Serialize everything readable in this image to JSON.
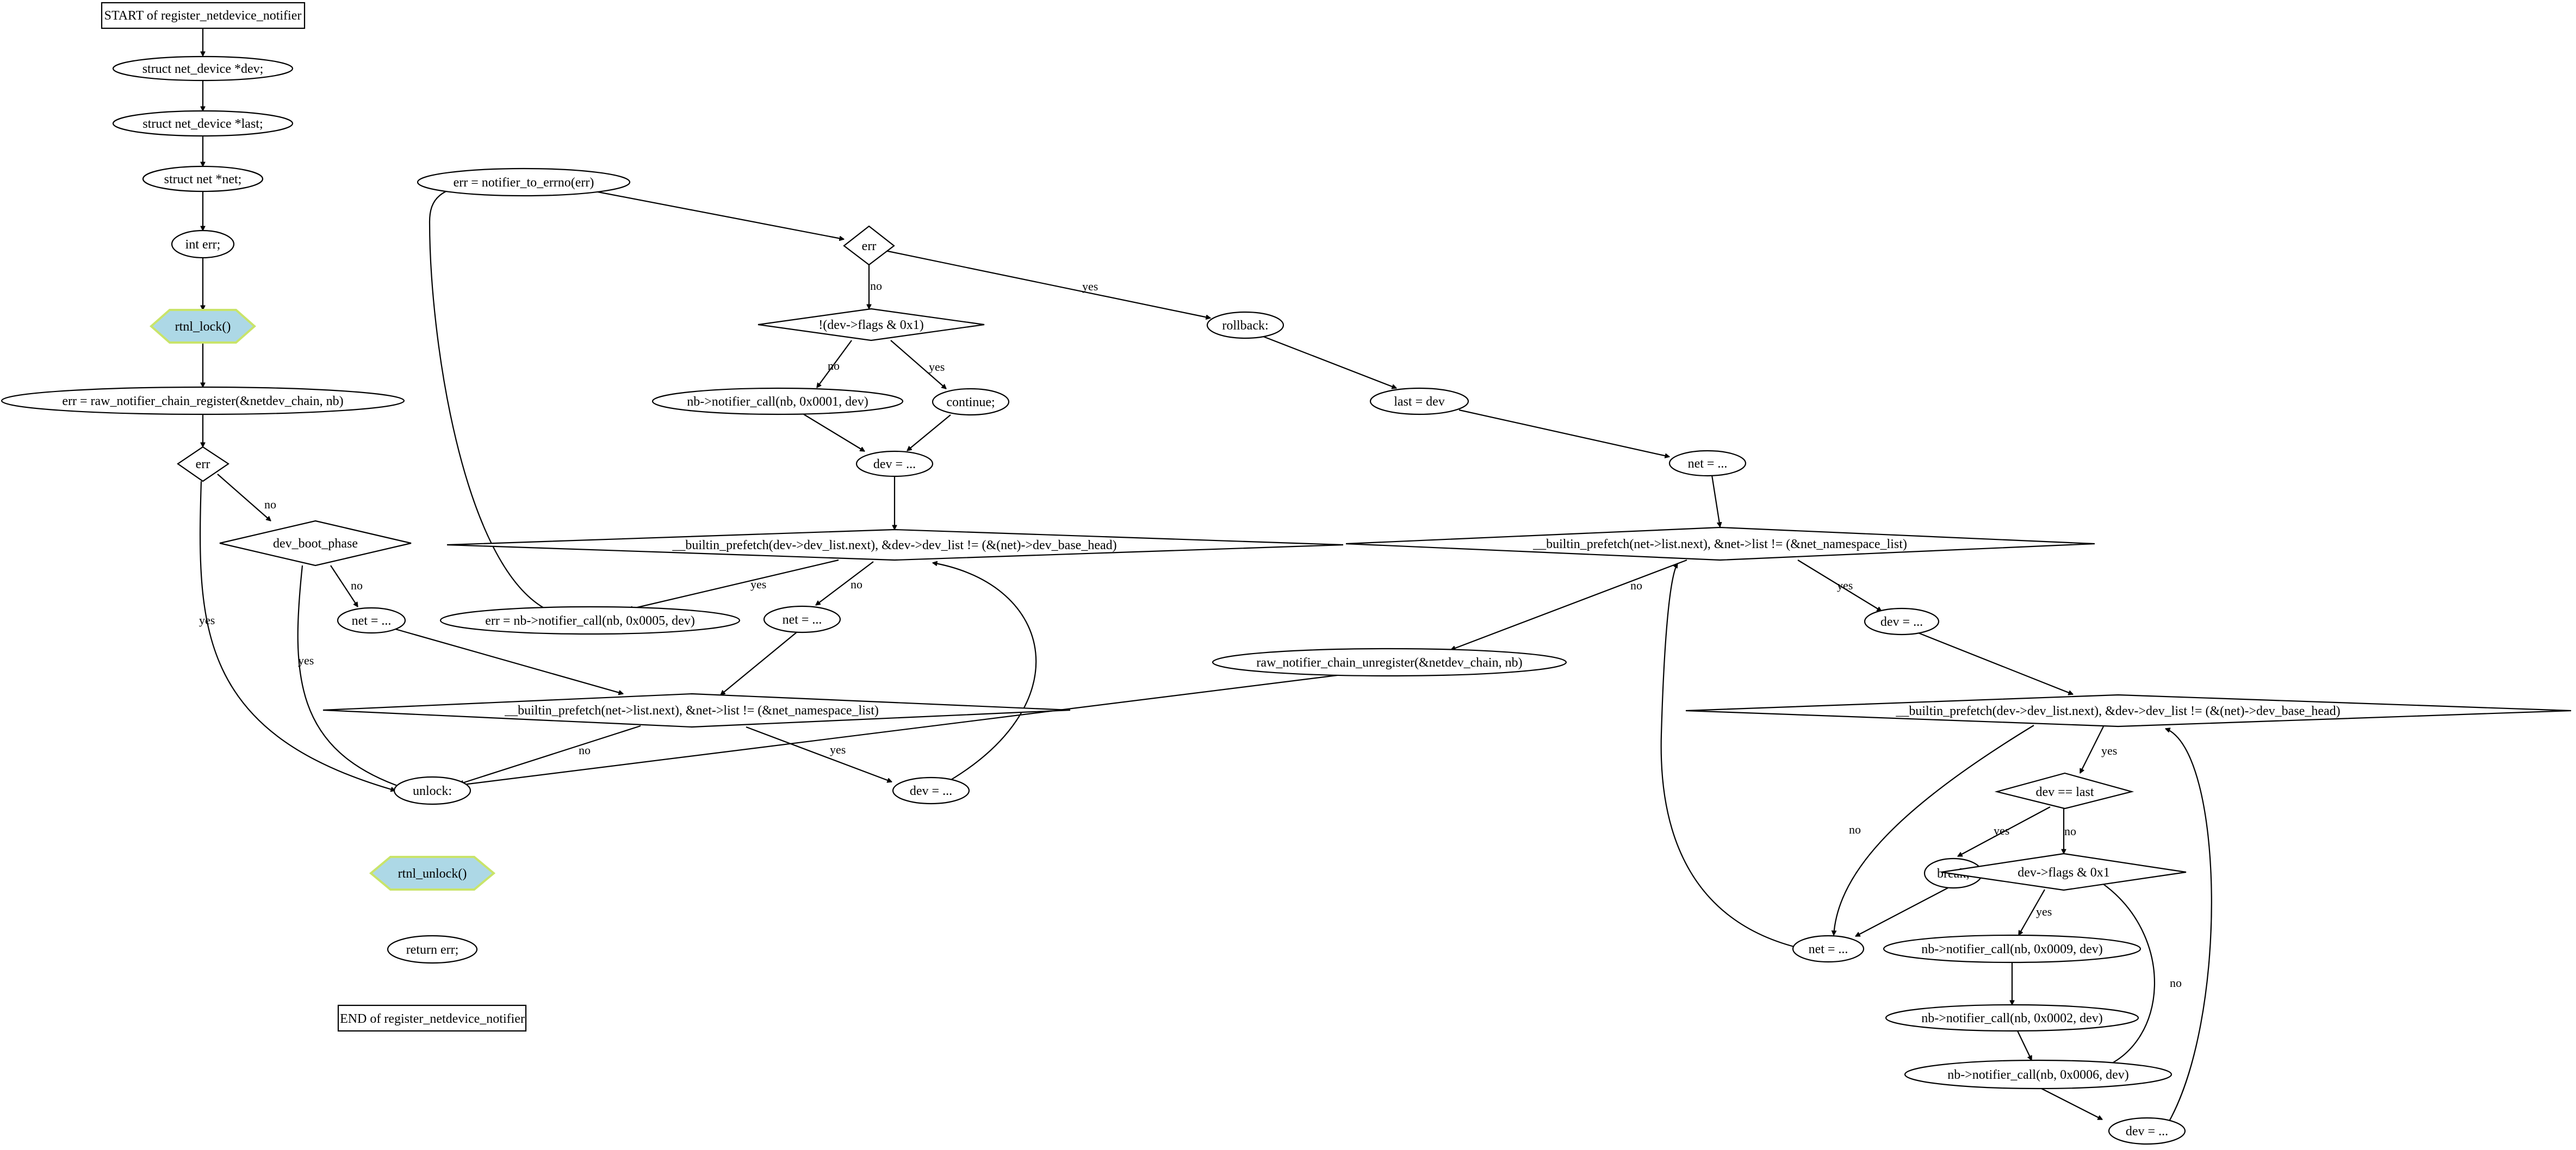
{
  "nodes": {
    "start": "START of register_netdevice_notifier",
    "decl_dev": "struct net_device *dev;",
    "decl_last": "struct net_device *last;",
    "decl_net": "struct net *net;",
    "decl_err": "int err;",
    "rtnl_lock": "rtnl_lock()",
    "raw_register": "err = raw_notifier_chain_register(&netdev_chain, nb)",
    "cond_err1": "err",
    "dev_boot_phase": "dev_boot_phase",
    "net_assign1": "net = ...",
    "prefetch_net1": "__builtin_prefetch(net->list.next), &net->list != (&net_namespace_list)",
    "unlock": "unlock:",
    "rtnl_unlock": "rtnl_unlock()",
    "return_err": "return err;",
    "end": "END of register_netdevice_notifier",
    "dev_assign_mid": "dev = ...",
    "prefetch_dev1": "__builtin_prefetch(dev->dev_list.next), &dev->dev_list != (&(net)->dev_base_head)",
    "notifier_call_0005": "err = nb->notifier_call(nb, 0x0005, dev)",
    "errno": "err = notifier_to_errno(err)",
    "cond_err2": "err",
    "flags_cond1": "!(dev->flags & 0x1)",
    "notifier_call_0001": "nb->notifier_call(nb, 0x0001, dev)",
    "continue_stmt": "continue;",
    "dev_assign_top": "dev = ...",
    "net_assign2": "net = ...",
    "dev_assign_bot": "dev = ...",
    "rollback": "rollback:",
    "last_dev": "last = dev",
    "net_assign3": "net = ...",
    "prefetch_net2": "__builtin_prefetch(net->list.next), &net->list != (&net_namespace_list)",
    "raw_unregister": "raw_notifier_chain_unregister(&netdev_chain, nb)",
    "dev_assign_r1": "dev = ...",
    "prefetch_dev2": "__builtin_prefetch(dev->dev_list.next), &dev->dev_list != (&(net)->dev_base_head)",
    "dev_eq_last": "dev == last",
    "break_stmt": "break;",
    "flags_cond2": "dev->flags & 0x1",
    "net_assign4": "net = ...",
    "notifier_call_0009": "nb->notifier_call(nb, 0x0009, dev)",
    "notifier_call_0002": "nb->notifier_call(nb, 0x0002, dev)",
    "notifier_call_0006": "nb->notifier_call(nb, 0x0006, dev)",
    "dev_assign_r2": "dev = ..."
  },
  "edge_labels": {
    "yes": "yes",
    "no": "no"
  }
}
